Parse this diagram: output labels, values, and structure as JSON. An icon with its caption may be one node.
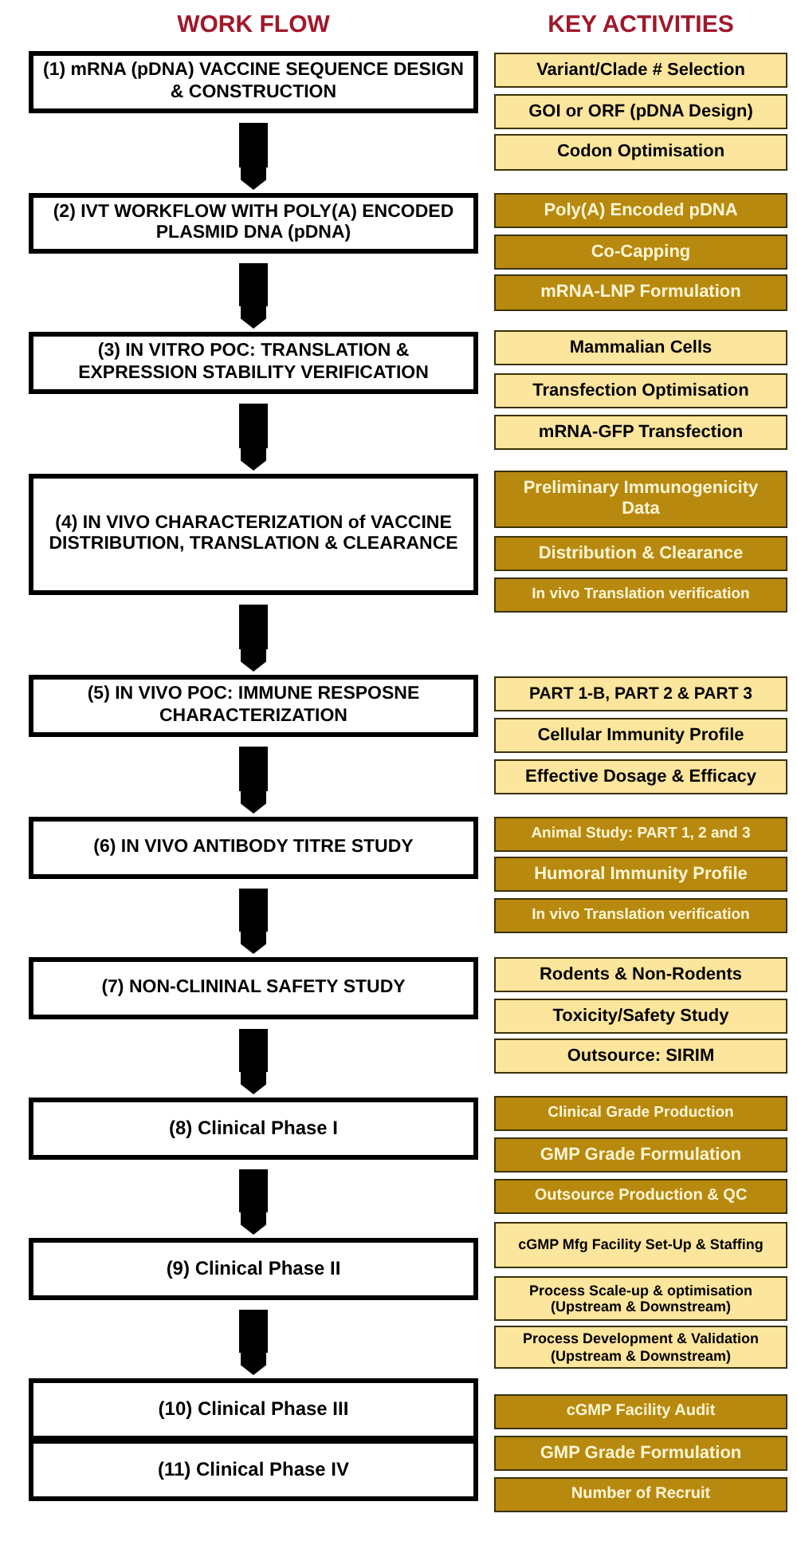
{
  "diagram": {
    "nodes": [
      {
        "text": [
          "(1) mRNA (pDNA) VACCINE SEQUENCE DESIGN & CONSTRUCTION"
        ]
      },
      {
        "text": [
          "Variant/Clade # Selection"
        ]
      },
      {
        "text": [
          "GOI or ORF (pDNA Design)"
        ]
      },
      {
        "text": [
          "Codon Optimisation"
        ]
      },
      {
        "text": [
          "(2) IVT WORKFLOW WITH POLY(A) ENCODED PLASMID DNA (pDNA)"
        ]
      },
      {
        "text": [
          "Poly(A) Encoded pDNA"
        ]
      },
      {
        "text": [
          "Co-Capping"
        ]
      },
      {
        "text": [
          "mRNA-LNP Formulation"
        ]
      },
      {
        "text": [
          "(3) IN VITRO POC: TRANSLATION & EXPRESSION STABILITY VERIFICATION"
        ]
      },
      {
        "text": [
          "Mammalian Cells"
        ]
      },
      {
        "text": [
          "Transfection Optimisation"
        ]
      },
      {
        "text": [
          "mRNA-GFP Transfection"
        ]
      },
      {
        "text": [
          "(4) IN VIVO CHARACTERIZATION of VACCINE DISTRIBUTION, TRANSLATION & CLEARANCE"
        ]
      },
      {
        "text": [
          "Preliminary Immunogenicity Data"
        ]
      },
      {
        "text": [
          "Distribution & Clearance"
        ]
      },
      {
        "text": [
          "In vivo Translation verification"
        ]
      },
      {
        "text": [
          "(5) IN VIVO POC: IMMUNE RESPOSNE CHARACTERIZATION"
        ]
      },
      {
        "text": [
          "PART 1-B, PART 2 & PART 3"
        ]
      },
      {
        "text": [
          "Cellular Immunity Profile"
        ]
      },
      {
        "text": [
          "Effective Dosage & Efficacy"
        ]
      },
      {
        "text": [
          "(6) IN VIVO ANTIBODY TITRE STUDY"
        ]
      },
      {
        "text": [
          "Animal Study: PART 1, 2 and 3"
        ]
      },
      {
        "text": [
          "Humoral Immunity Profile"
        ]
      },
      {
        "text": [
          "In vivo Translation verification"
        ]
      },
      {
        "text": [
          "(7) NON-CLININAL SAFETY STUDY"
        ]
      },
      {
        "text": [
          "Rodents & Non-Rodents"
        ]
      },
      {
        "text": [
          "Toxicity/Safety Study"
        ]
      },
      {
        "text": [
          "Outsource: SIRIM"
        ]
      },
      {
        "text": [
          "(8) Clinical Phase I"
        ]
      },
      {
        "text": [
          "Clinical Grade Production"
        ]
      },
      {
        "text": [
          "GMP Grade Formulation"
        ]
      },
      {
        "text": [
          "Outsource Production & QC"
        ]
      },
      {
        "text": [
          "(9) Clinical Phase II"
        ]
      },
      {
        "text": [
          "cGMP Mfg Facility Set-Up & Staffing"
        ]
      },
      {
        "text": [
          "Process Scale-up & optimisation (Upstream & Downstream)"
        ]
      },
      {
        "text": [
          "Process Development & Validation (Upstream & Downstream)"
        ]
      },
      {
        "text": [
          "(10) Clinical Phase III"
        ]
      },
      {
        "text": [
          "cGMP Facility Audit"
        ]
      },
      {
        "text": [
          "GMP Grade Formulation"
        ]
      },
      {
        "text": [
          "(11) Clinical Phase IV"
        ]
      },
      {
        "text": [
          "Number of Recruit"
        ]
      }
    ],
    "edges": [
      {
        "from": 0,
        "to": 4,
        "arrow": "to"
      },
      {
        "from": 4,
        "to": 8,
        "arrow": "to"
      },
      {
        "from": 8,
        "to": 12,
        "arrow": "to"
      },
      {
        "from": 12,
        "to": 16,
        "arrow": "to"
      },
      {
        "from": 16,
        "to": 20,
        "arrow": "to"
      },
      {
        "from": 20,
        "to": 24,
        "arrow": "to"
      },
      {
        "from": 24,
        "to": 28,
        "arrow": "to"
      },
      {
        "from": 28,
        "to": 32,
        "arrow": "to"
      },
      {
        "from": 32,
        "to": 36,
        "arrow": "to"
      }
    ],
    "labels": [
      "WORK FLOW",
      "KEY ACTIVITIES"
    ]
  }
}
